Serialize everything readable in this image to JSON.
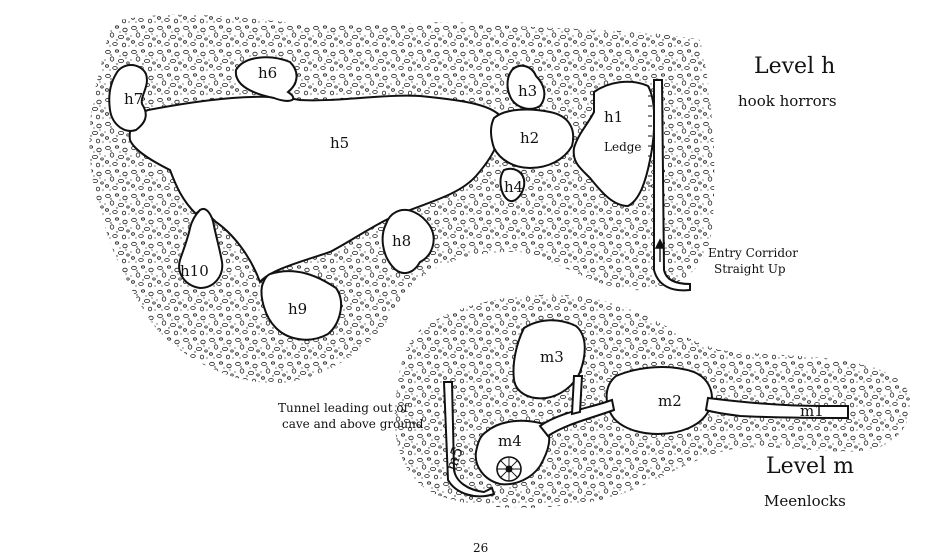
{
  "level_h": {
    "title": "Level h",
    "subtitle": "hook horrors",
    "rooms": [
      "h1",
      "h2",
      "h3",
      "h4",
      "h5",
      "h6",
      "h7",
      "h8",
      "h9",
      "h10"
    ],
    "ledge": "Ledge",
    "entry_line1": "Entry Corridor",
    "entry_line2": "Straight Up"
  },
  "level_m": {
    "title": "Level m",
    "subtitle": "Meenlocks",
    "rooms": [
      "m1",
      "m2",
      "m3",
      "m4",
      "m5"
    ],
    "tunnel_line1": "Tunnel leading out of",
    "tunnel_line2": "cave and above ground"
  },
  "page_number": "26",
  "colors": {
    "ink": "#111111",
    "rock_fill": "#ffffff"
  }
}
